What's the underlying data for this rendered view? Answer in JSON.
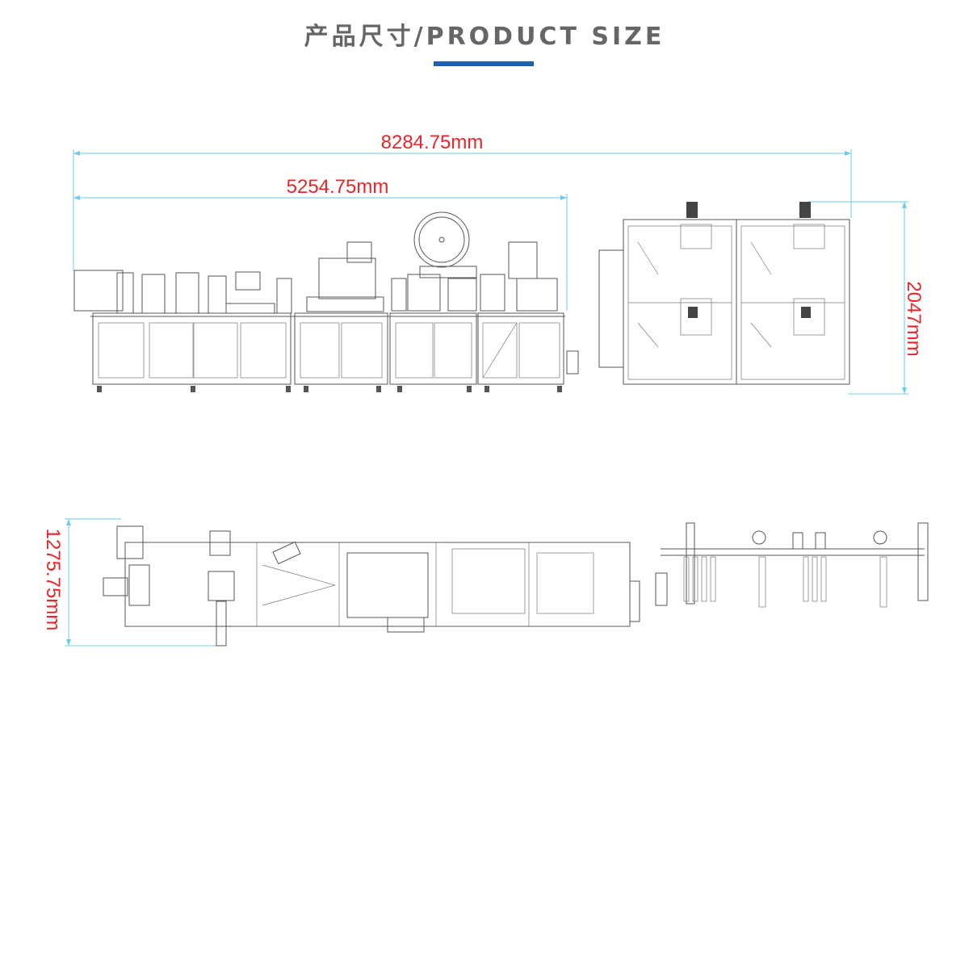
{
  "header": {
    "title": "产品尺寸/PRODUCT SIZE"
  },
  "dimensions": {
    "total_length": "8284.75mm",
    "partial_length": "5254.75mm",
    "height": "2047mm",
    "width": "1275.75mm"
  },
  "colors": {
    "accent": "#1e5fb0",
    "dimension_text": "#e8262a",
    "dimension_line": "#6ccbe9",
    "drawing": "#555555"
  }
}
